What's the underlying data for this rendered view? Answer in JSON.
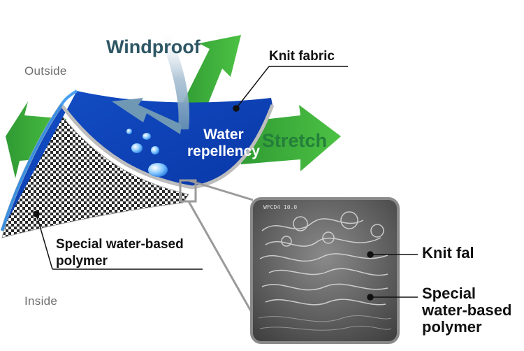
{
  "labels": {
    "windproof": "Windproof",
    "outside": "Outside",
    "inside": "Inside",
    "knit_fabric": "Knit fabric",
    "water_line1": "Water",
    "water_line2": "repellency",
    "stretch": "Stretch",
    "polymer_left_line1": "Special water-based",
    "polymer_left_line2": "polymer",
    "knit_fal": "Knit fal",
    "polymer_right_line1": "Special",
    "polymer_right_line2": "water-based",
    "polymer_right_line3": "polymer",
    "sem_header": "WFCD4   10.0"
  },
  "colors": {
    "fabric_blue": "#0a3fb8",
    "fabric_light_blue": "#3a8fe0",
    "arrow_green": "#3fae3a",
    "wind_arrow": "#6f98b5",
    "stretch_text": "#247f3a",
    "windproof_text": "#2e5664",
    "callout_gray": "#8a8a8a"
  },
  "icons": {
    "droplets": "water-droplet-icon",
    "arrows": "arrow-icon"
  }
}
